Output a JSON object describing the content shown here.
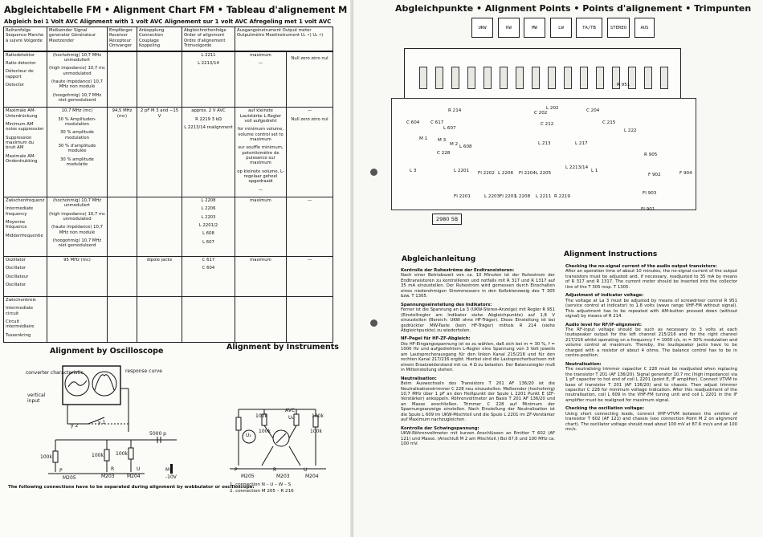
{
  "left": {
    "title": "Abgleichtabelle FM • Alignment Chart FM • Tableau d'alignement M • Afregeltabel FM",
    "subtitle": "Abgleich bei 1 Volt AVC     Alignment with 1 volt AVC     Alignement sur 1 volt AVC     Afregeling met 1 volt AVC",
    "headers": [
      "Reihenfolge Sequence Marche à suivre Volgorde",
      "Meßsender Signal generator Générateur Meetzender",
      "Empfänger Receiver Récepteur Ontvanger",
      "Ankopplung Connection Couplage Koppeling",
      "Abgleichreihenfolge Order of alignment Ordre d'alignement Trimvolgorde",
      "Ausgangsinstrument Output meter Outputmètre Meetinstrument   U₁ •)   U₂ •)"
    ],
    "rows": [
      {
        "seq": [
          "Ratiodetektor",
          "Ratio detector",
          "Détecteur de rapport",
          "Detector"
        ],
        "gen": [
          "(hochohmig) 10,7 MHz unmoduliert",
          "(high impedance) 10,7 mc unmodulated",
          "(haute impédance) 10,7 MHz non modulé",
          "(hoogohmig) 10,7 MHz niet gemoduleerd"
        ],
        "rx": "",
        "conn": "",
        "order": [
          "L 2211",
          "L 2213/14"
        ],
        "out1": [
          "maximum",
          "—"
        ],
        "out2": [
          "",
          "Null zero zéro nul"
        ]
      },
      {
        "seq": [
          "Maximale AM-Unterdrückung",
          "Minimum AM noise suppression",
          "Suppression maximum du bruit AM",
          "Maximale AM-Onderdrukking"
        ],
        "gen": [
          "10,7 MHz (mc)",
          "30 % Amplituden-modulation",
          "30 % amplitude modulation",
          "30 % d'amplitude modulée",
          "30 % amplitude modulatie"
        ],
        "rx": "94,5 MHz (mc)",
        "conn": "2 pF     M 3 and −15 V",
        "order": [
          "approx. 2 V AVC",
          "R 2219  3 kΩ",
          "L 2213/14 realignment"
        ],
        "out1": [
          "auf kleinste Lautstärke L-Regler voll aufgedreht",
          "for minimum volume, volume control set to maximum",
          "sur souffle minimum, potentiomètre de puissance sur maximum",
          "op kleinste volume, L-regelaar geheel opgedraaid",
          "—"
        ],
        "out2": [
          "—",
          "",
          "",
          "",
          "Null zero zéro nul"
        ]
      },
      {
        "seq": [
          "Zwischenfrequenz",
          "Intermediate frequency",
          "Moyenne fréquence",
          "Middenfrequentie"
        ],
        "gen": [
          "(hochohmig) 10,7 MHz unmoduliert",
          "(high impedance) 10,7 mc unmodulated",
          "(haute impédance) 10,7 MHz non modulé",
          "(hoogohmig) 10,7 MHz niet gemoduleerd"
        ],
        "rx": "",
        "conn": "",
        "order": [
          "L 2208",
          "L 2206",
          "L 2203",
          "L 2201/2",
          "L 608",
          "L 607"
        ],
        "out1": [
          "maximum"
        ],
        "out2": [
          "—"
        ]
      },
      {
        "seq": [
          "Oszillator",
          "Oscillator",
          "Oscillateur",
          "Oscillator"
        ],
        "gen": [
          "95 MHz (mc)"
        ],
        "rx": "",
        "conn": "dipole jacks",
        "order": [
          "C 617",
          "C 604"
        ],
        "out1": [
          "maximum"
        ],
        "out2": [
          "—"
        ]
      },
      {
        "seq": [
          "Zwischenkreis",
          "Intermediate circuit",
          "Circuit intermédiaire",
          "Tussenkring"
        ],
        "gen": [
          ""
        ],
        "rx": "",
        "conn": "",
        "order": [
          ""
        ],
        "out1": [
          ""
        ],
        "out2": [
          ""
        ]
      }
    ],
    "osc_title": "Alignment by Oscilloscope",
    "ins_title": "Alignment by Instruments",
    "osc_labels": {
      "converter": "converter characteristic",
      "response": "response curve",
      "vertical": "vertical input",
      "y2": "y 2",
      "y1": "y 1",
      "c5000": "5000 p",
      "r100a": "100k",
      "r100b": "100k",
      "r100c": "100k",
      "P": "P",
      "M205": "M205",
      "M203": "M203",
      "M204": "M204",
      "R": "R",
      "U": "U",
      "M": "M",
      "neg10": "-10V"
    },
    "ins_labels": {
      "r100a": "100k",
      "r100b": "100k",
      "r100c": "100k",
      "r100d": "100k",
      "avc": "AVC",
      "u1": "U₁",
      "u2": "U₂",
      "P": "P",
      "M205": "M205",
      "R": "R",
      "M203": "M203",
      "U": "U",
      "M204": "M204"
    },
    "footer_left": "The following connections have to be separated during alignment by wobbulator or oscilloscope:",
    "footer_right": [
      "1. connection N – U – W – S",
      "2. connection M 205 – R 216"
    ]
  },
  "right": {
    "title": "Abgleichpunkte • Alignment Points • Points d'alignement • Trimpunten",
    "buttons": [
      "UKW",
      "KW",
      "MW",
      "LW",
      "TA/TB",
      "STEREO",
      "AUS"
    ],
    "components": [
      "R 951",
      "R 214",
      "C 202",
      "L 202",
      "C 204",
      "C 604",
      "C 617",
      "L 607",
      "C 212",
      "C 215",
      "L 222",
      "M 1",
      "M 3",
      "M 2",
      "L 608",
      "L 213",
      "L 217",
      "C 228",
      "R 905",
      "L 3",
      "L 2201",
      "FI 2202",
      "L 2206",
      "FI 2204",
      "L 2205",
      "L 2213/14",
      "L 1",
      "F 902",
      "F 904",
      "FI 2201",
      "L 2203",
      "FI 2203",
      "L 2208",
      "L 2211",
      "R 2219",
      "FI 903",
      "FI 901"
    ],
    "reference": "2980 5B",
    "heading_de": "Abgleichanleitung",
    "heading_en": "Alignment Instructions",
    "german": [
      {
        "head": "Kontrolle der Ruheströme der Endtransistoren:",
        "text": "Nach einer Betriebszeit von ca. 10 Minuten ist der Ruhestrom der Endtransistoren zu kontrollieren und notfalls mit R 317 und R 1317 auf 35 mA einzustellen. Der Ruhestrom wird gemessen durch Einschalten eines niederohmigen Strommessers in den Kollektorzweig des T 305 bzw. T 1305."
      },
      {
        "head": "Spannungseinstellung des Indikators:",
        "text": "Ferner ist die Spannung an La 3 (UKW-Stereo-Anzeige) mit Regler R 951 (Einstellregler am Indikator siehe Abgleichpunkte) auf 1,8 V einzustellen (Bereich: UKW ohne HF-Träger). Diese Einstellung ist bei gedrückter MW-Taste (kein HF-Träger) mittels R 214 (siehe Abgleichpunkte) zu wiederholen."
      },
      {
        "head": "NF-Pegel für HF-ZF-Abgleich:",
        "text": "Die HF-Eingangsspannung ist so zu wählen, daß sich bei m = 30 %, f = 1000 Hz und aufgedrehtem L-Regler eine Spannung von 3 Volt jeweils am Lautsprecherausgang für den linken Kanal 215/216 und für den rechten Kanal 217/216 ergibt. Hierbei sind die Lautsprecherbuchsen mit einem Ersatzwiderstand mit ca. 4 Ω zu belasten. Der Balanceregler muß in Mittenstellung stehen."
      },
      {
        "head": "Neutralisation:",
        "text": "Beim Auswechseln des Transistors T 201 AF 136/20 ist die Neutralisationstrimmer C 228 neu einzustellen. Meßsender (hochohmig) 10,7 MHz über 1 pF an den Heißpunkt der Spule L 2201 Punkt E (ZF-Verstärker) ankoppeln. Röhrenvoltmeter an Basis T 201 AF 136/20 und an Masse anschließen. Trimmer C 228 auf Minimum der Spannungsanzeige einstellen. Nach Einstellung der Neutralisation ist die Spule L 609 im UKW-Mischteil und die Spule L 2201 im ZF-Verstärker auf Maximum nachzugleichen."
      },
      {
        "head": "Kontrolle der Schwingspannung:",
        "text": "UKW-Röhrenvoltmeter mit kurzen Anschlüssen an Emitter T 602 (AF 121) und Masse. (Anschluß M 2 am Mischteil.) Bei 87,6 und 100 MHz ca. 100 mV."
      }
    ],
    "english": [
      {
        "head": "Checking the no-signal current of the audio output transistors:",
        "text": "After an operation time of about 10 minutes, the no-signal current of the output transistors must be adjusted and, if necessary, readjusted to 35 mA by means of R 317 and R 1317. The current meter should be inserted into the collector line of the T 305 resp. T 1305."
      },
      {
        "head": "Adjustment of indicator voltage:",
        "text": "The voltage at La 3 must be adjusted by means of screwdriver control R 951 (service control at indicator) to 1.8 volts (wave range VHF-FM without signal). This adjustment has to be repeated with AM-button pressed down (without signal) by means of R 214."
      },
      {
        "head": "Audio level for RF/IF-alignment:",
        "text": "The RF-input voltage should be such as necessary to 3 volts at each loudspeaker output for the left channel 215/216 and for the right channel 217/216 whilst operating on a frequency f = 1000 c/s, m = 30% modulation and volume control at maximum. Thereby, the loudspeaker jacks have to be charged with a resistor of about 4 ohms. The balance control has to be in centre-position."
      },
      {
        "head": "Neutralisation:",
        "text": "The neutralising trimmer capacitor C 228 must be readjusted when replacing the transistor T 201 (AF 136/20). Signal generator 10.7 mc (high impedance) via 1 pF capacitor to hot end of coil L 2201 (point E, IF amplifier). Connect VTVM to base of transistor T 201 (AF 136/20) and to chassis. Then adjust trimmer capacitor C 228 for minimum voltage indication. After this readjustment of the neutralisation, coil L 609 in the VHF-FM tuning unit and coil L 2201 in the IF amplifier must be realigned for maximum signal."
      },
      {
        "head": "Checking the oscillation voltage:",
        "text": "Using short connecting leads, connect VHF-VTVM between the emitter of transistor T 602 (AF 121) and chassis (see connection Point M 2 on alignment chart). The oscillator voltage should read about 100 mV at 87.6 mc/s and at 100 mc/s."
      }
    ]
  }
}
